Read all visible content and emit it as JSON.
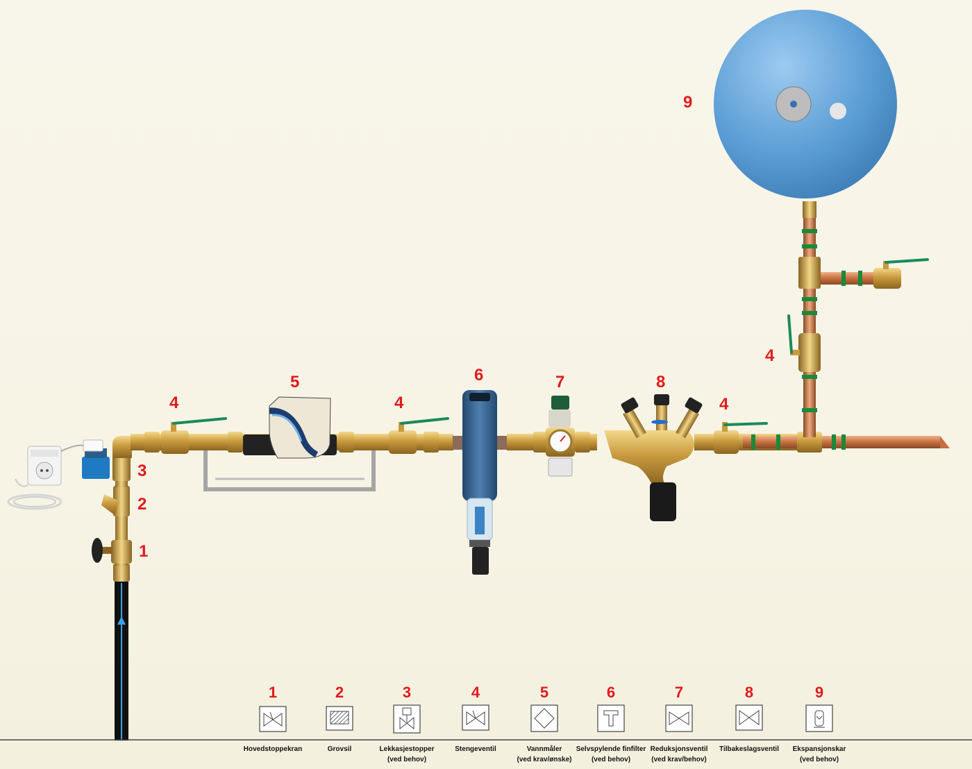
{
  "colors": {
    "background": "#f8f5ea",
    "number_red": "#e11b1b",
    "brass": "#c9a24a",
    "copper": "#c97a4a",
    "pipe_black": "#111111",
    "flow_blue": "#3aa3e8",
    "tank_blue": "#5d9fd6",
    "handle_green": "#1a8a5a"
  },
  "diagram_numbers": {
    "n1": "1",
    "n2": "2",
    "n3": "3",
    "n4a": "4",
    "n4b": "4",
    "n4c": "4",
    "n4d": "4",
    "n5": "5",
    "n6": "6",
    "n7": "7",
    "n8": "8",
    "n9": "9"
  },
  "legend": [
    {
      "num": "1",
      "name": "Hovedstoppekran",
      "note": "",
      "icon": "valve-icon"
    },
    {
      "num": "2",
      "name": "Grovsil",
      "note": "",
      "icon": "strainer-icon"
    },
    {
      "num": "3",
      "name": "Lekkasjestopper",
      "note": "(ved behov)",
      "icon": "motor-valve-icon"
    },
    {
      "num": "4",
      "name": "Stengeventil",
      "note": "",
      "icon": "shutoff-valve-icon"
    },
    {
      "num": "5",
      "name": "Vannmåler",
      "note": "(ved krav/ønske)",
      "icon": "water-meter-icon"
    },
    {
      "num": "6",
      "name": "Selvspylende finfilter",
      "note": "(ved behov)",
      "icon": "fine-filter-icon"
    },
    {
      "num": "7",
      "name": "Reduksjonsventil",
      "note": "(ved krav/behov)",
      "icon": "reducing-valve-icon"
    },
    {
      "num": "8",
      "name": "Tilbakeslagsventil",
      "note": "",
      "icon": "check-valve-icon"
    },
    {
      "num": "9",
      "name": "Ekspansjonskar",
      "note": "(ved behov)",
      "icon": "expansion-tank-icon"
    }
  ]
}
